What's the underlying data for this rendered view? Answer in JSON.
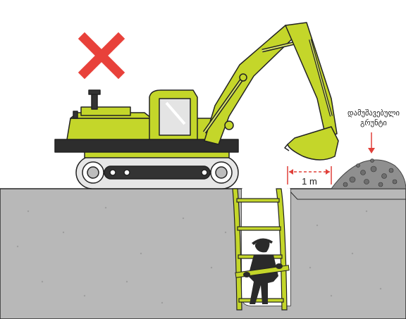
{
  "labels": {
    "spoil_line1": "დამუშავებული",
    "spoil_line2": "გრუნტი",
    "distance": "1 m"
  },
  "icons": {
    "prohibited": "red-x-icon"
  },
  "colors": {
    "machine_yellow": "#c4d62a",
    "machine_dark": "#222222",
    "soil": "#b8b8b8",
    "prohibit_red": "#e8413a",
    "measure_red": "#e0403a",
    "ladder": "#c4d62a"
  }
}
